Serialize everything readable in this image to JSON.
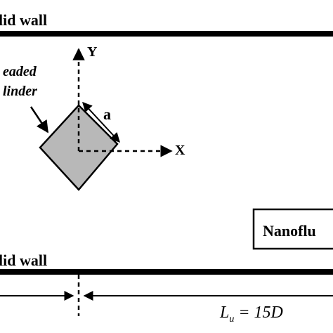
{
  "labels": {
    "top_wall": "lid wall",
    "bottom_wall": "lid wall",
    "cylinder_line1": "eaded",
    "cylinder_line2": "linder",
    "axis_y": "Y",
    "axis_x": "X",
    "side": "a",
    "fluid_box": "Nanoflu",
    "length_var": "L",
    "length_sub": "u",
    "length_value": " = 15D"
  },
  "colors": {
    "line": "#000000",
    "cylinder_fill": "#b8b8b8",
    "background": "#ffffff"
  }
}
